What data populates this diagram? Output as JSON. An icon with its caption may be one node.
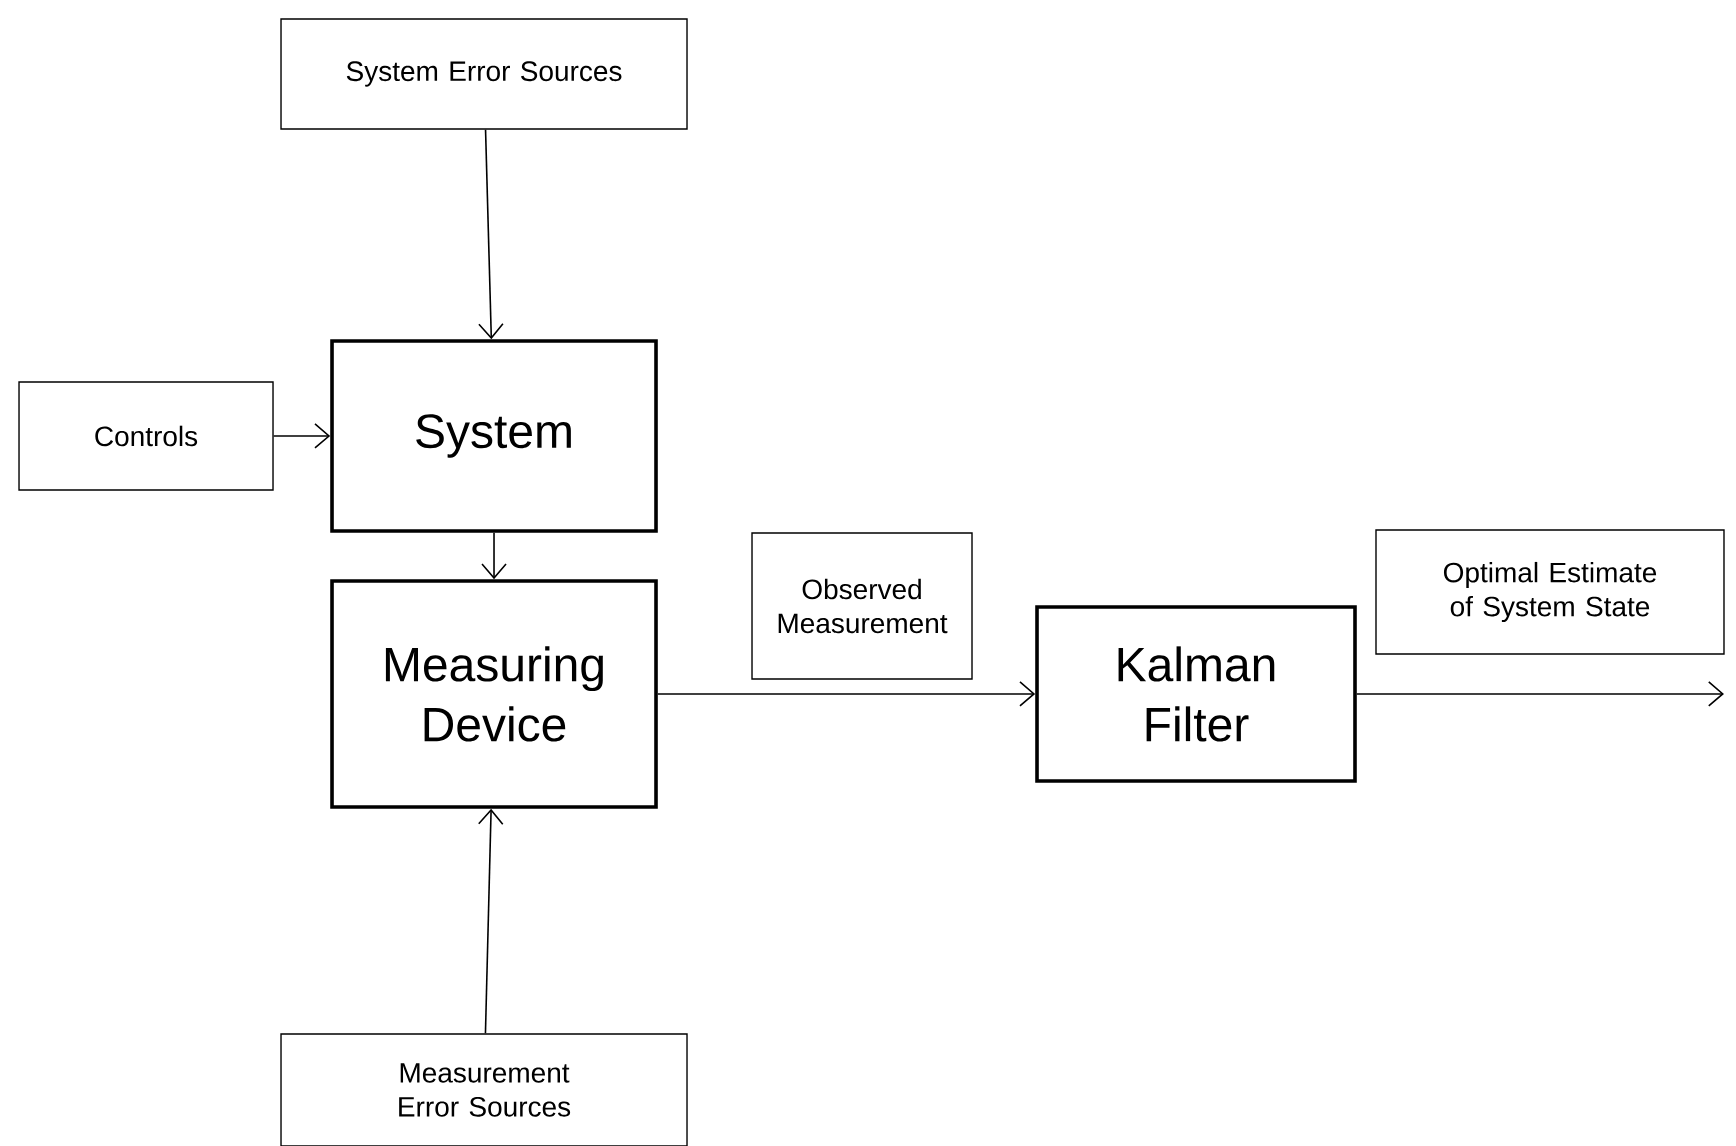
{
  "diagram": {
    "nodes": [
      {
        "text": [
          "System Error Sources"
        ]
      },
      {
        "text": [
          "Controls"
        ]
      },
      {
        "text": [
          "System"
        ]
      },
      {
        "text": [
          "Observed Measurement"
        ]
      },
      {
        "text": [
          "Optimal Estimate of System State"
        ]
      },
      {
        "text": [
          "Measuring Device"
        ]
      },
      {
        "text": [
          "Kalman Filter"
        ]
      },
      {
        "text": [
          "Measurement Error Sources"
        ]
      }
    ],
    "edges": [
      {
        "from": 0,
        "to": 2,
        "arrow": "to"
      },
      {
        "from": 1,
        "to": 2,
        "arrow": "to"
      },
      {
        "from": 2,
        "to": 5,
        "arrow": "to"
      },
      {
        "from": 7,
        "to": 5,
        "arrow": "to"
      },
      {
        "from": 5,
        "to": 6,
        "arrow": "to"
      },
      {
        "from": 6,
        "to": null,
        "arrow": "to"
      }
    ]
  }
}
